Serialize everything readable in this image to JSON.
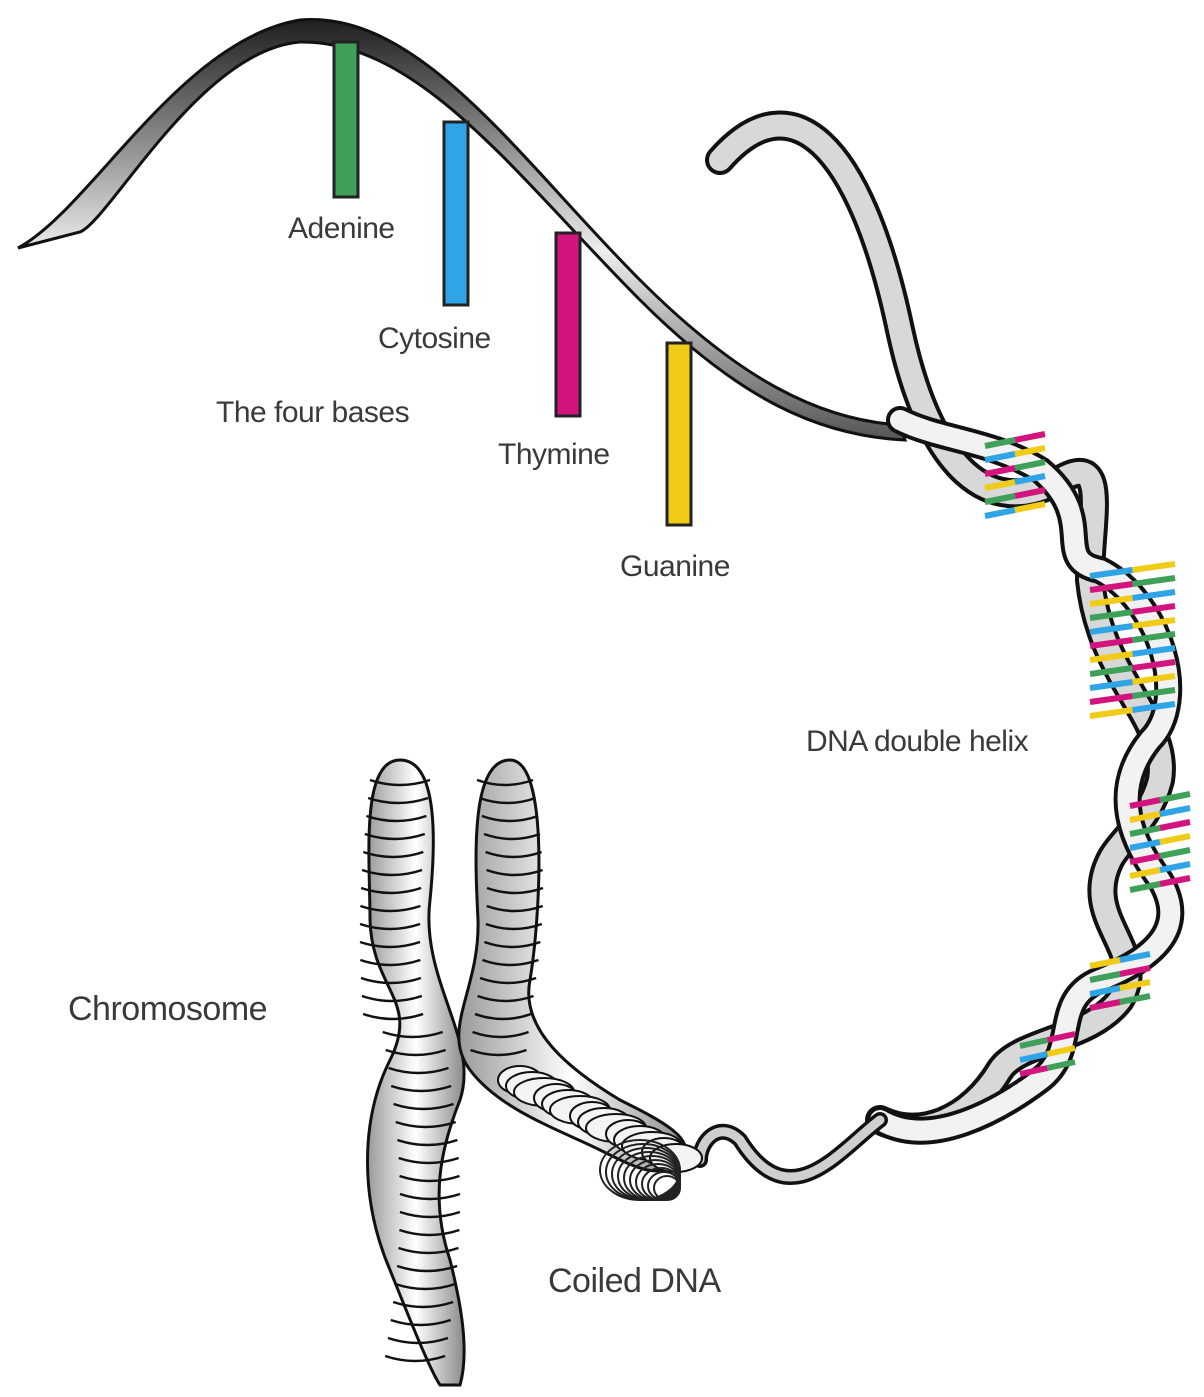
{
  "labels": {
    "adenine": "Adenine",
    "cytosine": "Cytosine",
    "four_bases": "The four bases",
    "thymine": "Thymine",
    "guanine": "Guanine",
    "double_helix": "DNA double helix",
    "chromosome": "Chromosome",
    "coiled_dna": "Coiled DNA"
  },
  "colors": {
    "adenine": "#3fa05a",
    "cytosine": "#2fa4e6",
    "thymine": "#d4147e",
    "guanine": "#f0cc18"
  }
}
